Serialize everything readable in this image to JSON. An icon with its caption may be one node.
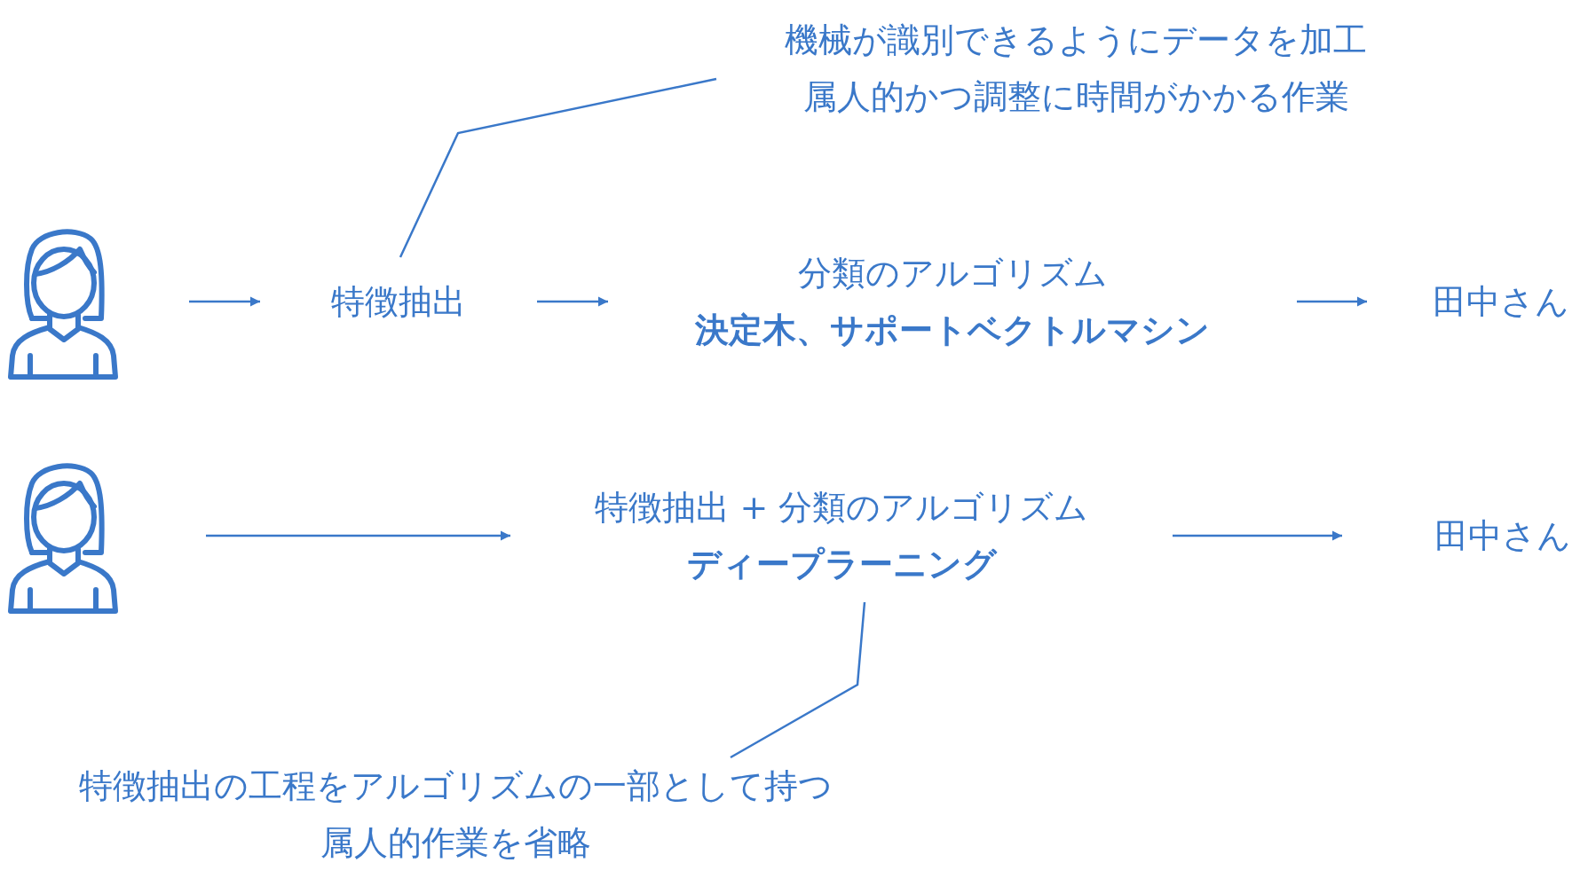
{
  "diagram": {
    "nodes": [
      {
        "text": [],
        "shape": "person"
      },
      {
        "text": [
          "特徴抽出"
        ]
      },
      {
        "text": [
          "分類のアルゴリズム",
          "決定木、サポートベクトルマシン"
        ]
      },
      {
        "text": [
          "田中さん"
        ]
      },
      {
        "text": [
          "機械が識別できるようにデータを加工",
          "属人的かつ調整に時間がかかる作業"
        ]
      },
      {
        "text": [],
        "shape": "person"
      },
      {
        "text": [
          "特徴抽出 + 分類のアルゴリズム",
          "ディープラーニング"
        ]
      },
      {
        "text": [
          "田中さん"
        ]
      },
      {
        "text": [
          "特徴抽出の工程をアルゴリズムの一部として持つ",
          "属人的作業を省略"
        ]
      }
    ],
    "edges": [
      {
        "from": 0,
        "to": 1,
        "arrow": "to"
      },
      {
        "from": 1,
        "to": 2,
        "arrow": "to"
      },
      {
        "from": 2,
        "to": 3,
        "arrow": "to"
      },
      {
        "from": 4,
        "to": 1,
        "arrow": "none"
      },
      {
        "from": 5,
        "to": 6,
        "arrow": "to"
      },
      {
        "from": 6,
        "to": 7,
        "arrow": "to"
      },
      {
        "from": 8,
        "to": 6,
        "arrow": "none"
      }
    ]
  }
}
